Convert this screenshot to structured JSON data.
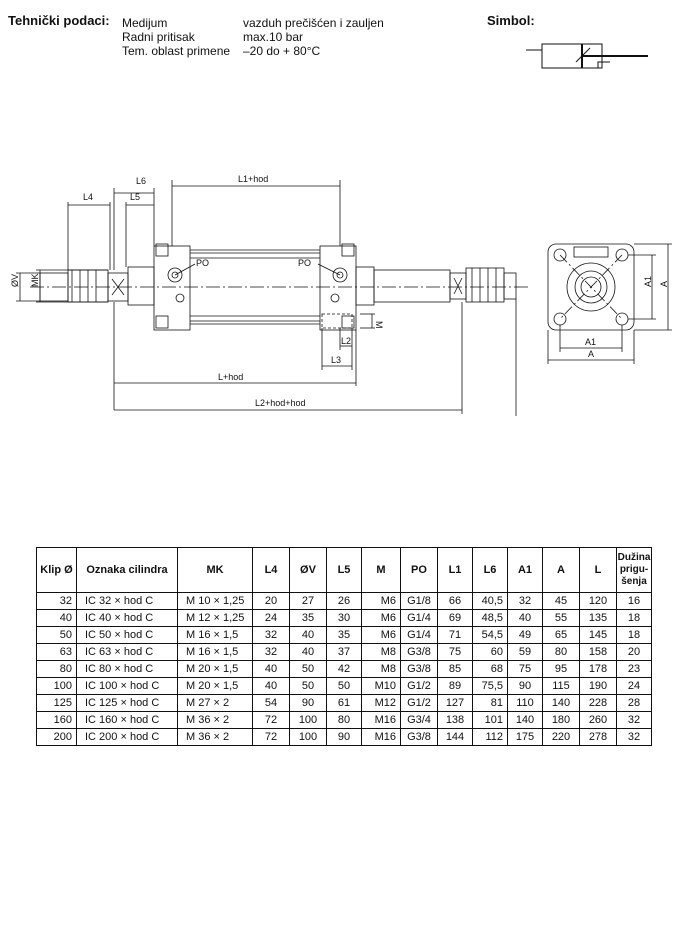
{
  "header": {
    "title": "Tehnički podaci:",
    "specs": [
      {
        "name": "Medijum",
        "value": "vazduh prečišćen i zauljen"
      },
      {
        "name": "Radni pritisak",
        "value": "max.10 bar"
      },
      {
        "name": "Tem. oblast primene",
        "value": "–20 do + 80°C"
      }
    ],
    "symbol_title": "Simbol:"
  },
  "drawing": {
    "labels": {
      "l6": "L6",
      "l1hod": "L1+hod",
      "l4": "L4",
      "l5": "L5",
      "po_left": "PO",
      "po_right": "PO",
      "ov": "ØV",
      "mk": "MK",
      "l2": "L2",
      "l3": "L3",
      "m": "M",
      "lhod": "L+hod",
      "l2hodhod": "L2+hod+hod",
      "a1_side": "A1",
      "a_side": "A",
      "a1_bottom": "A1",
      "a_bottom": "A"
    }
  },
  "table": {
    "headers": [
      "Klip Ø",
      "Oznaka cilindra",
      "MK",
      "L4",
      "ØV",
      "L5",
      "M",
      "PO",
      "L1",
      "L6",
      "A1",
      "A",
      "L",
      "Dužina prigu-šenja"
    ],
    "rows": [
      [
        "32",
        "IC 32 × hod C",
        "M 10 × 1,25",
        "20",
        "27",
        "26",
        "M6",
        "G1/8",
        "66",
        "40,5",
        "32",
        "45",
        "120",
        "16"
      ],
      [
        "40",
        "IC 40 × hod C",
        "M 12 × 1,25",
        "24",
        "35",
        "30",
        "M6",
        "G1/4",
        "69",
        "48,5",
        "40",
        "55",
        "135",
        "18"
      ],
      [
        "50",
        "IC 50 × hod C",
        "M 16 × 1,5",
        "32",
        "40",
        "35",
        "M6",
        "G1/4",
        "71",
        "54,5",
        "49",
        "65",
        "145",
        "18"
      ],
      [
        "63",
        "IC 63 × hod C",
        "M 16 × 1,5",
        "32",
        "40",
        "37",
        "M8",
        "G3/8",
        "75",
        "60",
        "59",
        "80",
        "158",
        "20"
      ],
      [
        "80",
        "IC 80 × hod C",
        "M 20 × 1,5",
        "40",
        "50",
        "42",
        "M8",
        "G3/8",
        "85",
        "68",
        "75",
        "95",
        "178",
        "23"
      ],
      [
        "100",
        "IC 100 × hod C",
        "M 20 × 1,5",
        "40",
        "50",
        "50",
        "M10",
        "G1/2",
        "89",
        "75,5",
        "90",
        "115",
        "190",
        "24"
      ],
      [
        "125",
        "IC 125 × hod C",
        "M 27 × 2",
        "54",
        "90",
        "61",
        "M12",
        "G1/2",
        "127",
        "81",
        "110",
        "140",
        "228",
        "28"
      ],
      [
        "160",
        "IC 160 × hod C",
        "M 36 × 2",
        "72",
        "100",
        "80",
        "M16",
        "G3/4",
        "138",
        "101",
        "140",
        "180",
        "260",
        "32"
      ],
      [
        "200",
        "IC 200 × hod C",
        "M 36 × 2",
        "72",
        "100",
        "90",
        "M16",
        "G3/8",
        "144",
        "112",
        "175",
        "220",
        "278",
        "32"
      ]
    ]
  }
}
